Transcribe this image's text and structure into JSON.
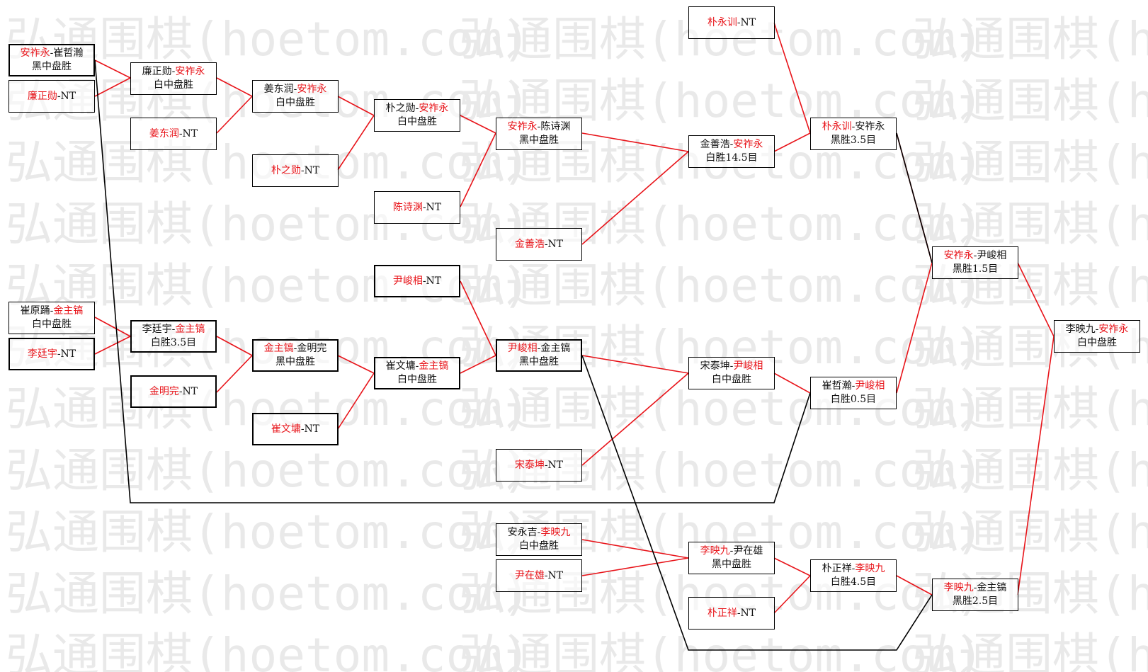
{
  "watermark": {
    "text": "弘通围棋(hoetom.com)",
    "color": "#e9e9e9"
  },
  "colors": {
    "winner": "#e8141a",
    "winner_line": "#e8141a",
    "loser_line": "#000000",
    "box_border": "#000000"
  },
  "matches": {
    "m1": {
      "left": "安祚永",
      "sep": "-",
      "right": "崔哲瀚",
      "result": "黑中盘胜"
    },
    "m2": {
      "left": "",
      "sep": "",
      "right": "廉正勋",
      "suffix": "-NT",
      "result": ""
    },
    "m3": {
      "left": "廉正勋",
      "sep": "-",
      "right": "安祚永",
      "result": "白中盘胜"
    },
    "m4": {
      "left": "",
      "sep": "",
      "right": "姜东润",
      "suffix": "-NT",
      "result": ""
    },
    "m5": {
      "left": "姜东润",
      "sep": "-",
      "right": "安祚永",
      "result": "白中盘胜"
    },
    "m6": {
      "left": "",
      "sep": "",
      "right": "朴之勋",
      "suffix": "-NT",
      "result": ""
    },
    "m7": {
      "left": "朴之勋",
      "sep": "-",
      "right": "安祚永",
      "result": "白中盘胜"
    },
    "m8": {
      "left": "",
      "sep": "",
      "right": "陈诗渊",
      "suffix": "-NT",
      "result": ""
    },
    "m9": {
      "left": "安祚永",
      "sep": "-",
      "right": "陈诗渊",
      "result": "黑中盘胜"
    },
    "m10": {
      "left": "",
      "sep": "",
      "right": "金善浩",
      "suffix": "-NT",
      "result": ""
    },
    "m11": {
      "left": "金善浩",
      "sep": "-",
      "right": "安祚永",
      "result": "白胜14.5目"
    },
    "m12": {
      "left": "",
      "sep": "",
      "right": "朴永训",
      "suffix": "-NT",
      "result": ""
    },
    "m13": {
      "left": "朴永训",
      "sep": "-",
      "right": "安祚永",
      "result": "黑胜3.5目"
    },
    "m14": {
      "left": "崔原踊",
      "sep": "-",
      "right": "金主镐",
      "result": "白中盘胜"
    },
    "m15": {
      "left": "",
      "sep": "",
      "right": "李廷宇",
      "suffix": "-NT",
      "result": ""
    },
    "m16": {
      "left": "李廷宇",
      "sep": "-",
      "right": "金主镐",
      "result": "白胜3.5目"
    },
    "m17": {
      "left": "",
      "sep": "",
      "right": "金明完",
      "suffix": "-NT",
      "result": ""
    },
    "m18": {
      "left": "金主镐",
      "sep": "-",
      "right": "金明完",
      "result": "黑中盘胜"
    },
    "m19": {
      "left": "",
      "sep": "",
      "right": "崔文墉",
      "suffix": "-NT",
      "result": ""
    },
    "m20": {
      "left": "崔文墉",
      "sep": "-",
      "right": "金主镐",
      "result": "白中盘胜"
    },
    "m21": {
      "left": "",
      "sep": "",
      "right": "尹峻相",
      "suffix": "-NT",
      "result": ""
    },
    "m22": {
      "left": "尹峻相",
      "sep": "-",
      "right": "金主镐",
      "result": "黑中盘胜"
    },
    "m23": {
      "left": "",
      "sep": "",
      "right": "宋泰坤",
      "suffix": "-NT",
      "result": ""
    },
    "m24": {
      "left": "宋泰坤",
      "sep": "-",
      "right": "尹峻相",
      "result": "白中盘胜"
    },
    "m25": {
      "left": "崔哲瀚",
      "sep": "-",
      "right": "尹峻相",
      "result": "白胜0.5目"
    },
    "m26": {
      "left": "安祚永",
      "sep": "-",
      "right": "尹峻相",
      "result": "黑胜1.5目"
    },
    "m27": {
      "left": "安永吉",
      "sep": "-",
      "right": "李映九",
      "result": "白中盘胜"
    },
    "m28": {
      "left": "",
      "sep": "",
      "right": "尹在雄",
      "suffix": "-NT",
      "result": ""
    },
    "m29": {
      "left": "李映九",
      "sep": "-",
      "right": "尹在雄",
      "result": "黑中盘胜"
    },
    "m30": {
      "left": "",
      "sep": "",
      "right": "朴正祥",
      "suffix": "-NT",
      "result": ""
    },
    "m31": {
      "left": "朴正祥",
      "sep": "-",
      "right": "李映九",
      "result": "白胜4.5目"
    },
    "m32": {
      "left": "李映九",
      "sep": "-",
      "right": "金主镐",
      "result": "黑胜2.5目"
    },
    "m33": {
      "left": "李映九",
      "sep": "-",
      "right": "安祚永",
      "result": "白中盘胜"
    }
  },
  "winner_side": {
    "m1": "left",
    "m2": "right",
    "m3": "right",
    "m4": "right",
    "m5": "right",
    "m6": "right",
    "m7": "right",
    "m8": "right",
    "m9": "left",
    "m10": "right",
    "m11": "right",
    "m12": "right",
    "m13": "left",
    "m14": "right",
    "m15": "right",
    "m16": "right",
    "m17": "right",
    "m18": "left",
    "m19": "right",
    "m20": "right",
    "m21": "right",
    "m22": "left",
    "m23": "right",
    "m24": "right",
    "m25": "right",
    "m26": "left",
    "m27": "right",
    "m28": "right",
    "m29": "left",
    "m30": "right",
    "m31": "right",
    "m32": "left",
    "m33": "right"
  }
}
